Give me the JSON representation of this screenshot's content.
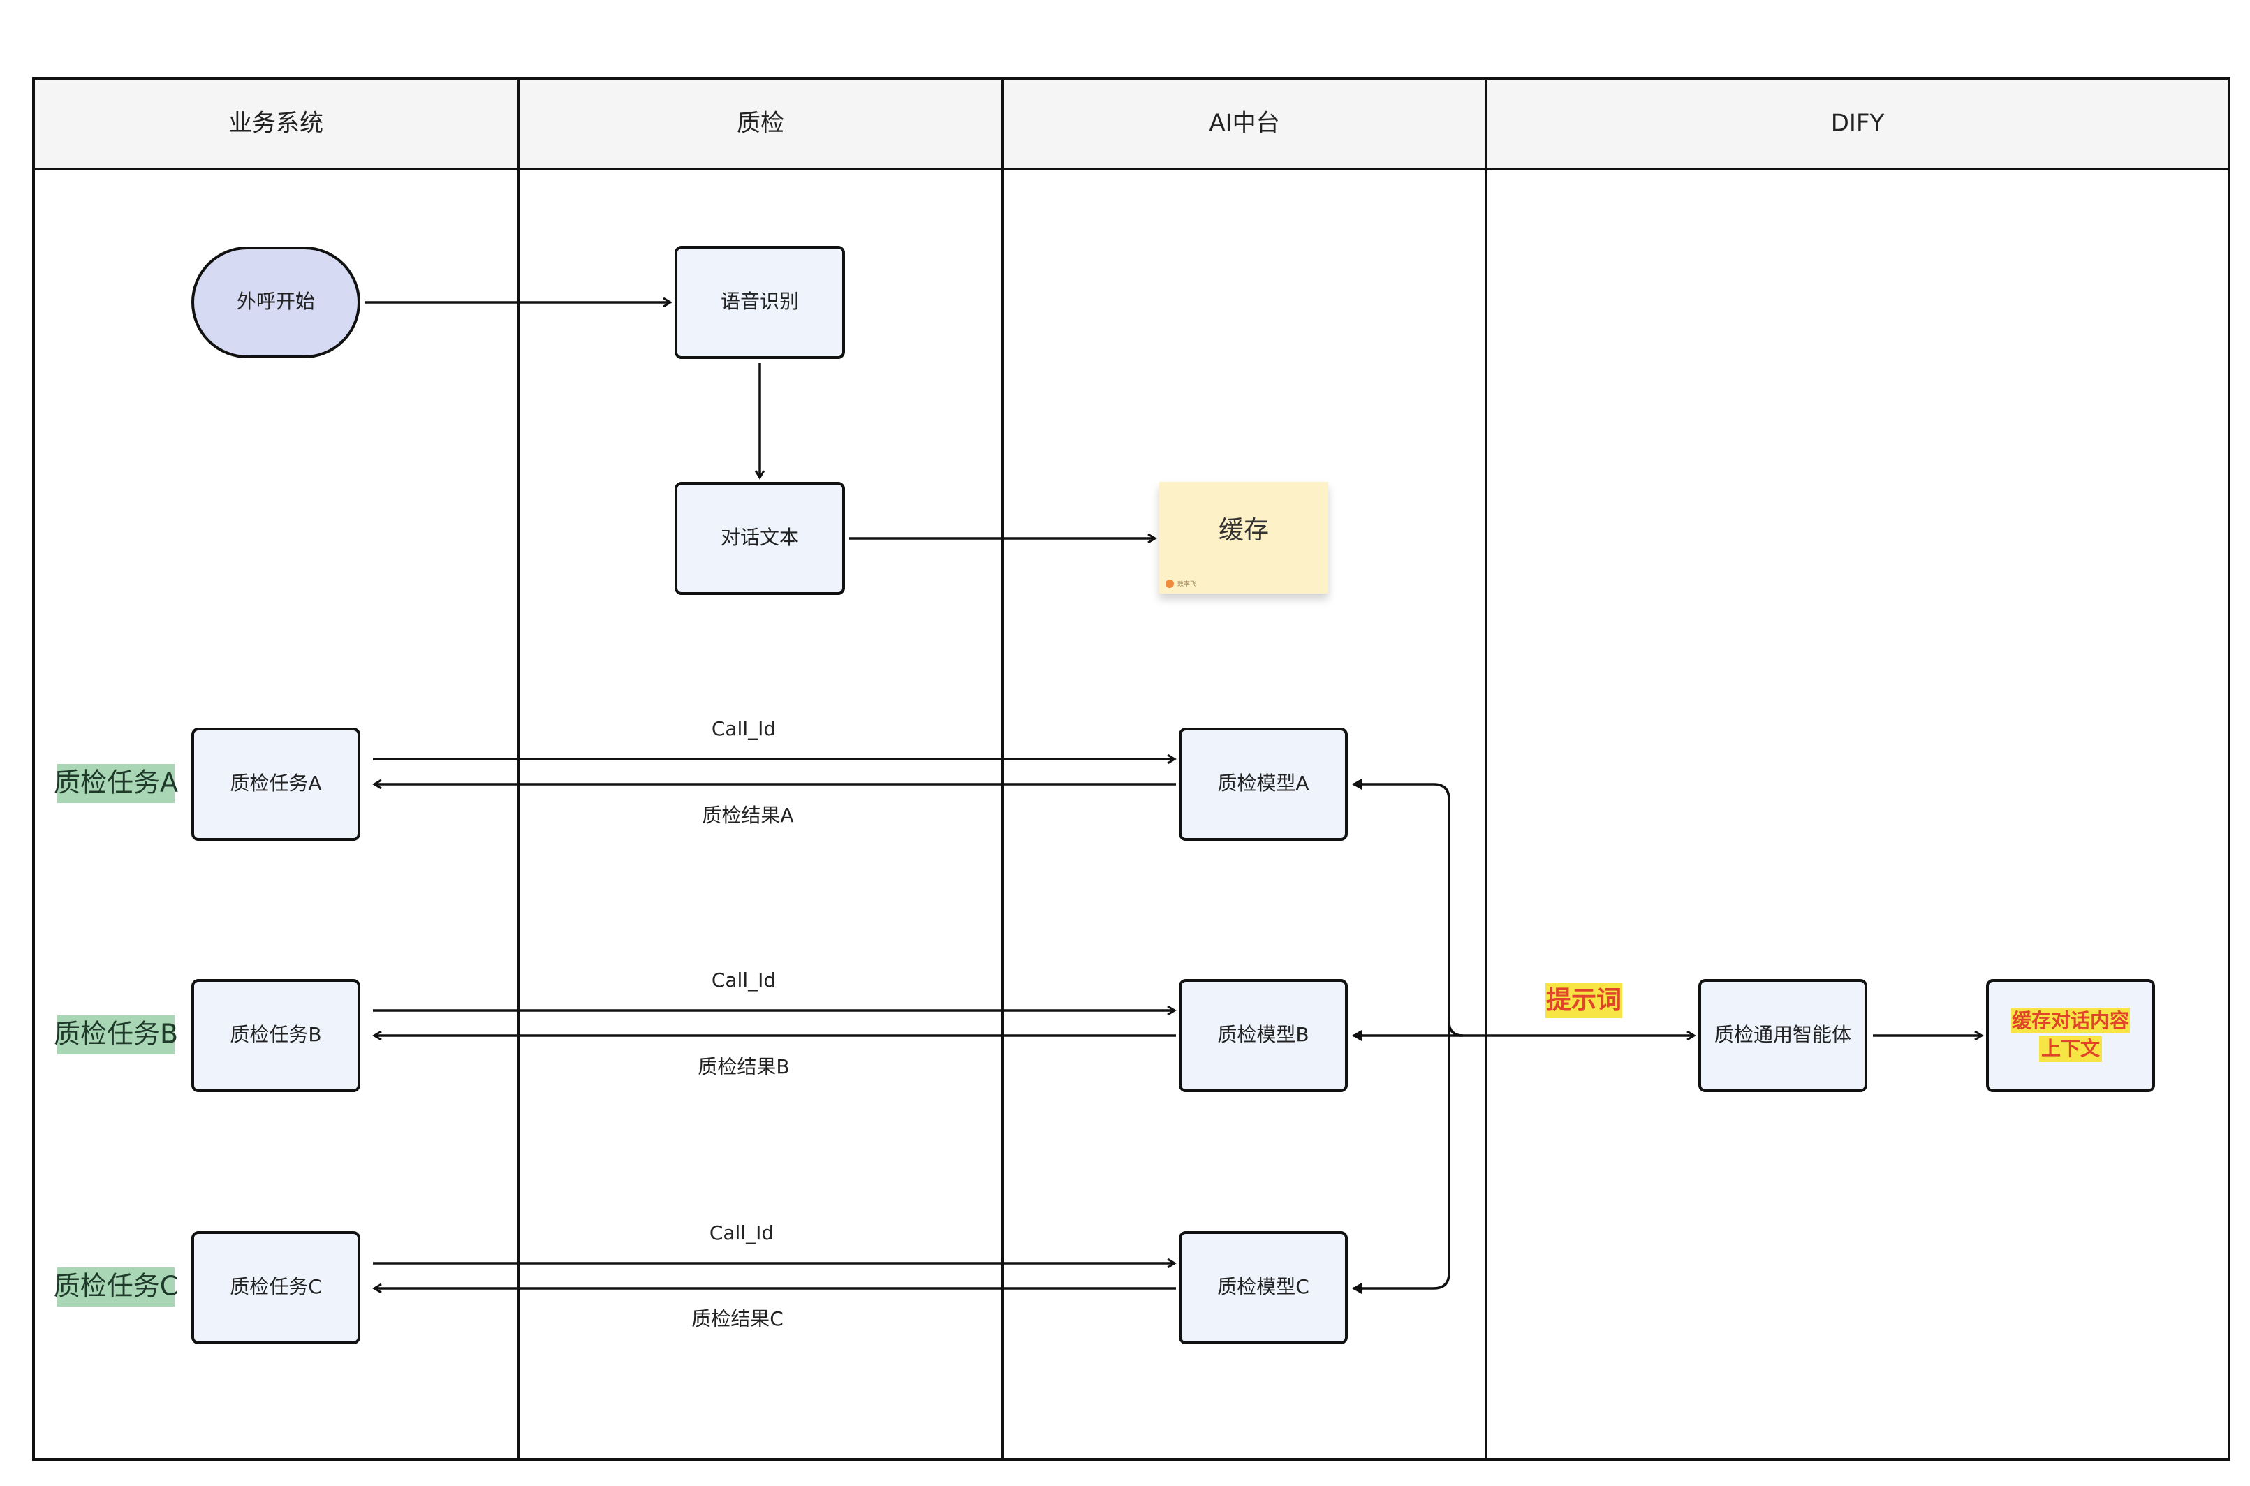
{
  "lanes": [
    "业务系统",
    "质检",
    "AI中台",
    "DIFY"
  ],
  "nodes": {
    "start": "外呼开始",
    "asr": "语音识别",
    "dialog_text": "对话文本",
    "cache": "缓存",
    "cache_brand": "效率飞",
    "task_a": "质检任务A",
    "task_b": "质检任务B",
    "task_c": "质检任务C",
    "model_a": "质检模型A",
    "model_b": "质检模型B",
    "model_c": "质检模型C",
    "agent": "质检通用智能体",
    "context_line1": "缓存对话内容",
    "context_line2": "上下文"
  },
  "side_labels": [
    "质检任务A",
    "质检任务B",
    "质检任务C"
  ],
  "edge_labels": {
    "call_id_a": "Call_Id",
    "result_a": "质检结果A",
    "call_id_b": "Call_Id",
    "result_b": "质检结果B",
    "call_id_c": "Call_Id",
    "result_c": "质检结果C",
    "prompt": "提示词"
  },
  "colors": {
    "lane_header_bg": "#f5f5f5",
    "node_fill": "#eef3fc",
    "start_fill": "#d6daf3",
    "cache_fill": "#fdf1c7",
    "side_label_bg": "#a9d7b5",
    "highlight_bg": "#f7e545",
    "highlight_text": "#e0452a"
  }
}
